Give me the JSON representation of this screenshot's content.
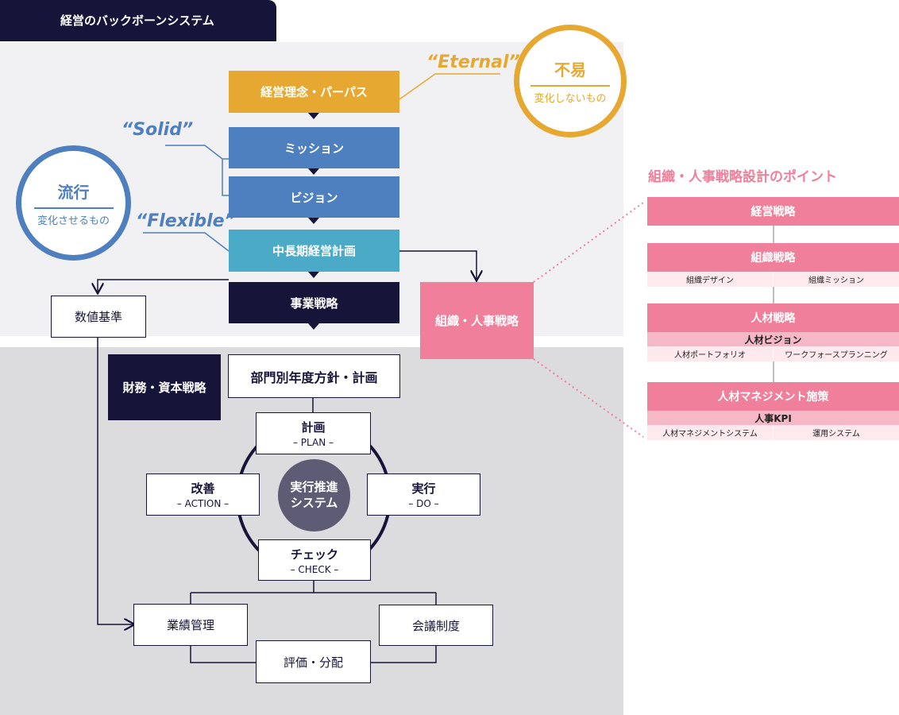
{
  "tab_title": "経営のバックボーンシステム",
  "flow": {
    "philosophy": "経営理念・パーパス",
    "mission": "ミッション",
    "vision": "ビジョン",
    "midterm_plan": "中長期経営計画",
    "business_strategy": "事業戦略",
    "org_hr_strategy": "組織・人事戦略",
    "numeric_standard": "数値基準",
    "finance_strategy": "財務・資本戦略",
    "dept_plan": "部門別年度方針・計画"
  },
  "labels": {
    "eternal": "“Eternal”",
    "solid": "“Solid”",
    "flexible": "“Flexible”"
  },
  "circles": {
    "fueki": {
      "title": "不易",
      "subtitle": "変化しないもの"
    },
    "ryuko": {
      "title": "流行",
      "subtitle": "変化させるもの"
    }
  },
  "pdca": {
    "plan": {
      "title": "計画",
      "sub": "– PLAN –"
    },
    "do": {
      "title": "実行",
      "sub": "– DO –"
    },
    "check": {
      "title": "チェック",
      "sub": "– CHECK –"
    },
    "action": {
      "title": "改善",
      "sub": "– ACTION –"
    },
    "center": {
      "line1": "実行推進",
      "line2": "システム"
    }
  },
  "outputs": {
    "performance": "業績管理",
    "meeting": "会議制度",
    "evaluation": "評価・分配"
  },
  "right_panel": {
    "title": "組織・人事戦略設計のポイント",
    "management_strategy": "経営戦略",
    "org_strategy": {
      "title": "組織戦略",
      "cells": [
        "組織デザイン",
        "組織ミッション"
      ]
    },
    "talent_strategy": {
      "title": "人材戦略",
      "mid": "人材ビジョン",
      "cells": [
        "人材ポートフォリオ",
        "ワークフォースプランニング"
      ]
    },
    "talent_mgmt": {
      "title": "人材マネジメント施策",
      "mid": "人事KPI",
      "cells": [
        "人材マネジメントシステム",
        "運用システム"
      ]
    }
  },
  "colors": {
    "navy": "#161439",
    "orange": "#e7a831",
    "blue": "#4e7fbe",
    "teal": "#4aaac8",
    "pink": "#ef7f9a",
    "gray_circle": "#5e5c75"
  }
}
